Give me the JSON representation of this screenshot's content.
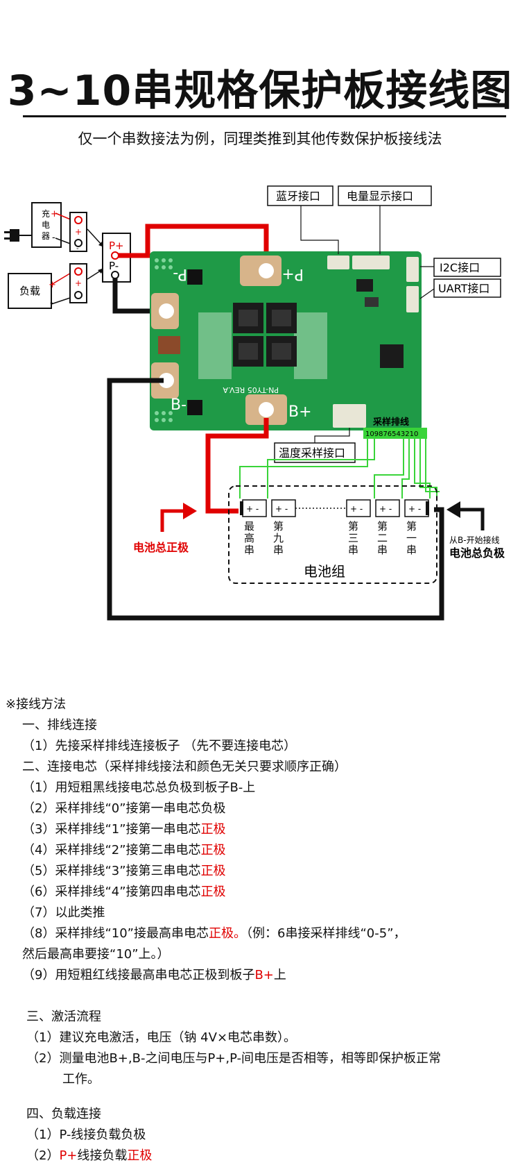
{
  "title": "3~10串规格保护板接线图",
  "subtitle": "仅一个串数接法为例，同理类推到其他传数保护板接线法",
  "diagram": {
    "charger_label": "充\n电\n器",
    "load_label": "负载",
    "plus": "+",
    "minus": "-",
    "p_plus": "P+",
    "p_minus": "P-",
    "board_p_minus": "P-",
    "board_p_plus": "P+",
    "board_b_minus": "B-",
    "board_b_plus": "B+",
    "board_model": "PN-TY05 REV.A",
    "bluetooth_label": "蓝牙接口",
    "display_label": "电量显示接口",
    "i2c_label": "I2C接口",
    "uart_label": "UART接口",
    "temp_label": "温度采样接口",
    "sampling_label": "采样排线",
    "sampling_pins": "109876543210",
    "cell_terminals": "+ -",
    "cell_highest": "最高串",
    "cell_ninth": "第九串",
    "cell_third": "第三串",
    "cell_second": "第二串",
    "cell_first": "第一串",
    "pack_label": "电池组",
    "total_positive": "电池总正极",
    "from_b_minus": "从B-开始接线",
    "total_negative": "电池总负极",
    "colors": {
      "green_board": "#1f9a47",
      "red_wire": "#e00000",
      "green_wire": "#39d439",
      "black_wire": "#111111"
    }
  },
  "notes": {
    "heading": "※接线方法",
    "s1_title": "一、排线连接",
    "s1_1": "（1）先接采样排线连接板子 （先不要连接电芯）",
    "s2_title": "二、连接电芯（采样排线接法和颜色无关只要求顺序正确）",
    "s2_1": "（1）用短粗黑线接电芯总负极到板子B-上",
    "s2_2": "（2）采样排线“0”接第一串电芯负极",
    "s2_3a": "（3）采样排线“1”接第一串电芯",
    "s2_3b": "正极",
    "s2_4a": "（4）采样排线“2”接第二串电芯",
    "s2_4b": "正极",
    "s2_5a": "（5）采样排线“3”接第三串电芯",
    "s2_5b": "正极",
    "s2_6a": "（6）采样排线“4”接第四串电芯",
    "s2_6b": "正极",
    "s2_7": "（7）以此类推",
    "s2_8a": "（8）采样排线“10”接最高串电芯",
    "s2_8b": "正极。",
    "s2_8c": "（例：6串接采样排线“0-5”，",
    "s2_8d": "然后最高串要接“10”上。）",
    "s2_9a": "（9）用短粗红线接最高串电芯正极到板子",
    "s2_9b": "B+",
    "s2_9c": "上",
    "s3_title": "三、激活流程",
    "s3_1": "（1）建议充电激活，电压（钠 4V×电芯串数）。",
    "s3_2a": "（2）测量电池B+,B-之间电压与P+,P-间电压是否相等，相等即保护板正常",
    "s3_2b": "工作。",
    "s4_title": "四、负载连接",
    "s4_1": "（1）P-线接负载负极",
    "s4_2a": "（2）",
    "s4_2b": "P+",
    "s4_2c": "线接负载",
    "s4_2d": "正极"
  }
}
